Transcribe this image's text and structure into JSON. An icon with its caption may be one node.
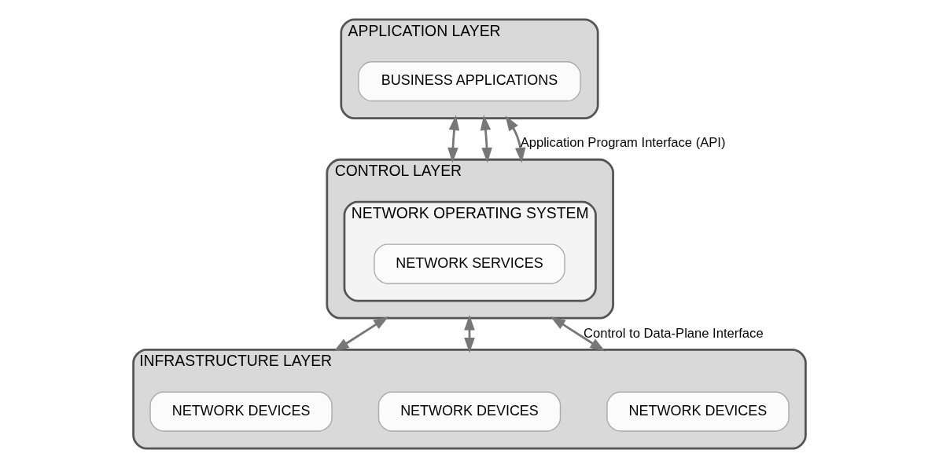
{
  "diagram": {
    "nodes": [
      {
        "text": [
          "APPLICATION LAYER"
        ]
      },
      {
        "text": [
          "BUSINESS APPLICATIONS"
        ],
        "in": 0
      },
      {
        "text": [
          "CONTROL LAYER"
        ]
      },
      {
        "text": [
          "NETWORK OPERATING SYSTEM"
        ],
        "in": 2
      },
      {
        "text": [
          "NETWORK SERVICES"
        ],
        "in": 3
      },
      {
        "text": [
          "INFRASTRUCTURE LAYER"
        ]
      },
      {
        "text": [
          "NETWORK DEVICES"
        ],
        "in": 5
      },
      {
        "text": [
          "NETWORK DEVICES"
        ],
        "in": 5
      },
      {
        "text": [
          "NETWORK DEVICES"
        ],
        "in": 5
      }
    ],
    "edges": [
      {
        "from": 0,
        "to": 2,
        "arrow": "both"
      },
      {
        "from": 0,
        "to": 2,
        "arrow": "both"
      },
      {
        "from": 0,
        "to": 2,
        "arrow": "both",
        "label": "Application Program Interface (API)"
      },
      {
        "from": 2,
        "to": 5,
        "arrow": "both"
      },
      {
        "from": 2,
        "to": 5,
        "arrow": "both"
      },
      {
        "from": 2,
        "to": 5,
        "arrow": "both",
        "label": "Control to Data-Plane Interface"
      }
    ]
  }
}
